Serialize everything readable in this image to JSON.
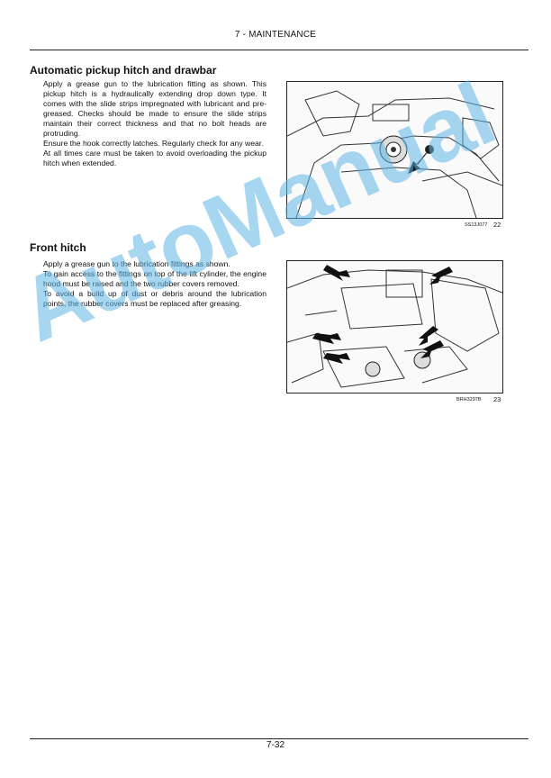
{
  "header": {
    "title": "7 - MAINTENANCE"
  },
  "sections": [
    {
      "heading": "Automatic pickup hitch and drawbar",
      "paragraphs": [
        "Apply a grease gun to the lubrication fitting as shown. This pickup hitch is a hydraulically extending drop down type. It comes with the slide strips impregnated with lubricant and pre-greased. Checks should be made to ensure the slide strips maintain their correct thickness and that no bolt heads are protruding.",
        "Ensure the hook correctly latches. Regularly check for any wear.",
        "At all times care must be taken to avoid overloading the pickup hitch when extended."
      ],
      "figure": {
        "code": "SS13J077",
        "number": "22"
      }
    },
    {
      "heading": "Front hitch",
      "paragraphs": [
        "Apply a grease gun to the lubrication fittings as shown.",
        "To gain access to the fittings on top of the lift cylinder, the engine hood must be raised and the two rubber covers removed.",
        "To avoid a build up of dust or debris around the lubrication points, the rubber covers must be replaced after greasing."
      ],
      "figure": {
        "code": "BRH3297B",
        "number": "23"
      }
    }
  ],
  "watermark": "AutoManual",
  "footer": {
    "page_number": "7-32"
  }
}
